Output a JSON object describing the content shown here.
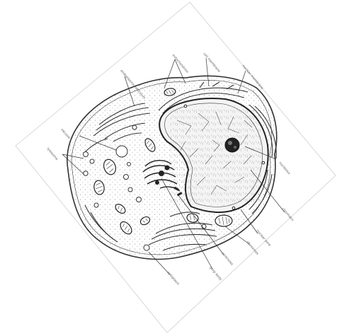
{
  "figure": {
    "description_visible_text": "",
    "labels": [
      {
        "id": "l1",
        "text": "endoplasmic reticulum"
      },
      {
        "id": "l2",
        "text": "mitochondrion"
      },
      {
        "id": "l3",
        "text": "cell membrane"
      },
      {
        "id": "l4",
        "text": "nuclear membrane"
      },
      {
        "id": "l5",
        "text": "vacuole"
      },
      {
        "id": "l6",
        "text": "lysosome"
      },
      {
        "id": "l7",
        "text": "nucleolus"
      },
      {
        "id": "l8",
        "text": "chromatin"
      },
      {
        "id": "l9",
        "text": "nuclear pore"
      },
      {
        "id": "l10",
        "text": "ribosomes"
      },
      {
        "id": "l11",
        "text": "centrioles"
      },
      {
        "id": "l12",
        "text": "golgi body"
      },
      {
        "id": "l13",
        "text": "cytoplasm"
      }
    ],
    "colors": {
      "ink": "#333333",
      "background": "#ffffff",
      "page_border": "#c8c8c8"
    }
  }
}
